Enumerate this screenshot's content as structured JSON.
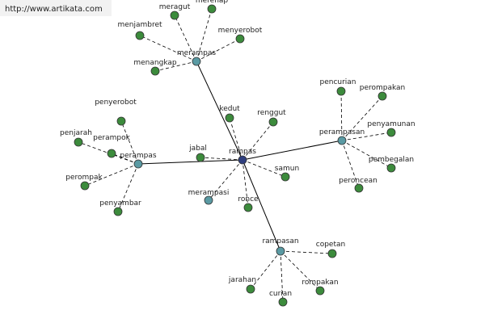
{
  "source_url": "http://www.artikata.com",
  "colors": {
    "background": "#ffffff",
    "edge": "#000000",
    "hub_node": "#5a9aa3",
    "hub_center": "#2f3f7f",
    "leaf_node": "#3c8b3c",
    "node_outline": "#333333",
    "url_banner": "#f2f2f2"
  },
  "center": {
    "id": "rampas",
    "label": "rampas"
  },
  "hubs": [
    {
      "id": "merampas",
      "label": "merampas"
    },
    {
      "id": "perampasan",
      "label": "perampasan"
    },
    {
      "id": "perampas",
      "label": "perampas"
    },
    {
      "id": "rampasan",
      "label": "rampasan"
    }
  ],
  "center_leaves": [
    {
      "id": "kedut",
      "label": "kedut"
    },
    {
      "id": "renggut",
      "label": "renggut"
    },
    {
      "id": "jabal",
      "label": "jabal"
    },
    {
      "id": "samun",
      "label": "samun"
    },
    {
      "id": "merampasi",
      "label": "merampasi"
    },
    {
      "id": "rонce",
      "label": "ronce"
    }
  ],
  "hub_leaves": [
    {
      "hub": "merampas",
      "items": [
        {
          "id": "meragut",
          "label": "meragut"
        },
        {
          "id": "merenap",
          "label": "merenap"
        },
        {
          "id": "menjambret",
          "label": "menjambret"
        },
        {
          "id": "menyerobot",
          "label": "menyerobot"
        },
        {
          "id": "menangkap",
          "label": "menangkap"
        }
      ]
    },
    {
      "hub": "perampasan",
      "items": [
        {
          "id": "pencurian",
          "label": "pencurian"
        },
        {
          "id": "perompakan",
          "label": "perompakan"
        },
        {
          "id": "penyamunan",
          "label": "penyamunan"
        },
        {
          "id": "pembegalan",
          "label": "pembegalan"
        },
        {
          "id": "peroncean",
          "label": "peroncean"
        }
      ]
    },
    {
      "hub": "perampas",
      "items": [
        {
          "id": "penyerobot",
          "label": "penyerobot"
        },
        {
          "id": "penjarah",
          "label": "penjarah"
        },
        {
          "id": "perampok",
          "label": "perampok"
        },
        {
          "id": "perompak",
          "label": "perompak"
        },
        {
          "id": "penyambar",
          "label": "penyambar"
        }
      ]
    },
    {
      "hub": "rampasan",
      "items": [
        {
          "id": "copetan",
          "label": "copetan"
        },
        {
          "id": "jarahan",
          "label": "jarahan"
        },
        {
          "id": "curian",
          "label": "curian"
        },
        {
          "id": "rompakan",
          "label": "rompakan"
        }
      ]
    }
  ]
}
